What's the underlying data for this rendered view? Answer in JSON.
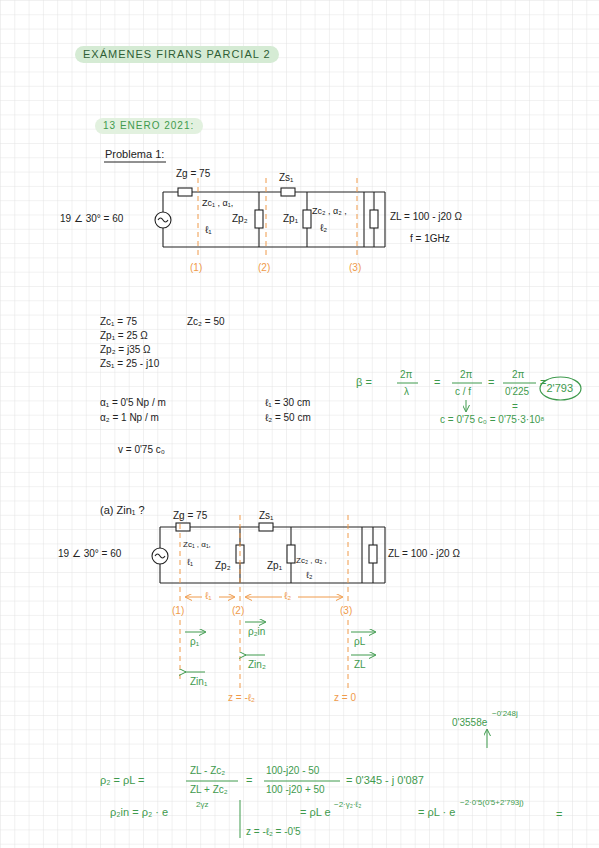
{
  "diagram": {
    "nodes": [
      {
        "text": [
          "EXÁMENES FIRANS PARCIAL 2"
        ]
      },
      {
        "text": [
          "13 ENERO 2021:"
        ]
      },
      {
        "text": [
          "2'793"
        ]
      }
    ],
    "labels": [
      "Problema 1:",
      "Zg = 75",
      "Zc₁ , α₁,",
      "ℓ₁",
      "Zp₂",
      "Zs₁",
      "Zp₁",
      "Zc₂ , α₂ ,",
      "ℓ₂",
      "ZL = 100 - j20 Ω",
      "f = 1GHz",
      "19 ∠ 30° = 60",
      "(1)",
      "(2)",
      "(3)",
      "Zc₁ = 75",
      "Zc₂ = 50",
      "Zp₁ = 25 Ω",
      "Zp₂ = j35 Ω",
      "Zs₁ = 25 - j10",
      "α₁ = 0'5 Np / m",
      "α₂ = 1 Np / m",
      "ℓ₁ = 30 cm",
      "ℓ₂ = 50 cm",
      "v = 0'75 c₀",
      "β =",
      "2π",
      "λ",
      "=",
      "2π",
      "c / f",
      "=",
      "2π",
      "0'225",
      "=",
      "=",
      "c = 0'75 c₀ = 0'75·3·10⁸",
      "(a)  Zin₁  ?",
      "Zg = 75",
      "Zs₁",
      "19 ∠ 30° = 60",
      "Zc₁ , α₁,",
      "ℓ₁",
      "Zp₂",
      "Zp₁",
      "Zc₂ , α₂ ,",
      "ℓ₂",
      "ZL = 100 - j20 Ω",
      "(1)",
      "ℓ₁",
      "(2)",
      "ℓ₂",
      "(3)",
      "ρ₁",
      "Zin₁",
      "ρ₂in",
      "Zin₂",
      "ρL",
      "ZL",
      "z = -ℓ₂",
      "z = 0",
      "0'3558e",
      "−0'248j",
      "ρ₂  =  ρL  =",
      "ZL - Zc₂",
      "ZL + Zc₂",
      "=",
      "100-j20 - 50",
      "100 -j20 + 50",
      "= 0'345 - j 0'087",
      "ρ₂in  =  ρ₂ · e",
      "2γz",
      "= ρL e",
      "−2·γ₂·ℓ₂",
      "= ρL · e",
      "−2·0'5(0'5+2'793j)",
      "=",
      "z = -ℓ₂ = -0'5"
    ]
  }
}
